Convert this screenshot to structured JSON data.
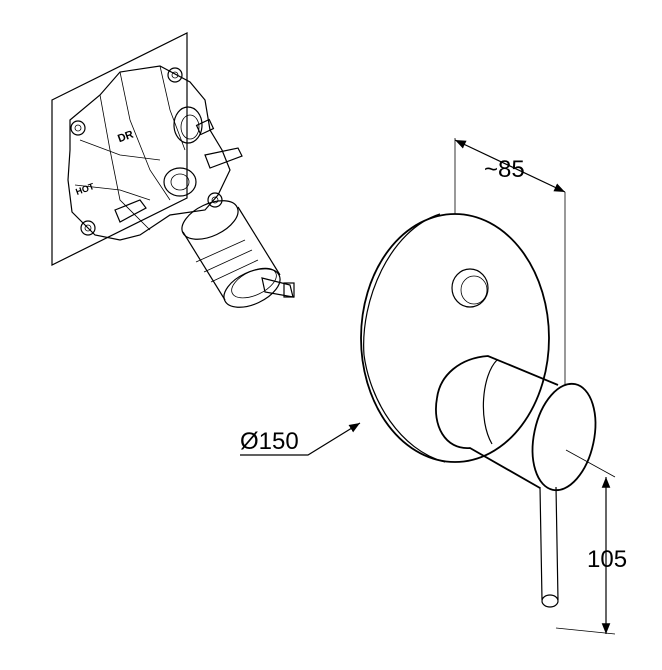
{
  "dimensions": {
    "depth": "~85",
    "diameter": "Ø150",
    "height": "105"
  },
  "body_labels": {
    "top_port": "DR",
    "left_port": "HOT"
  }
}
